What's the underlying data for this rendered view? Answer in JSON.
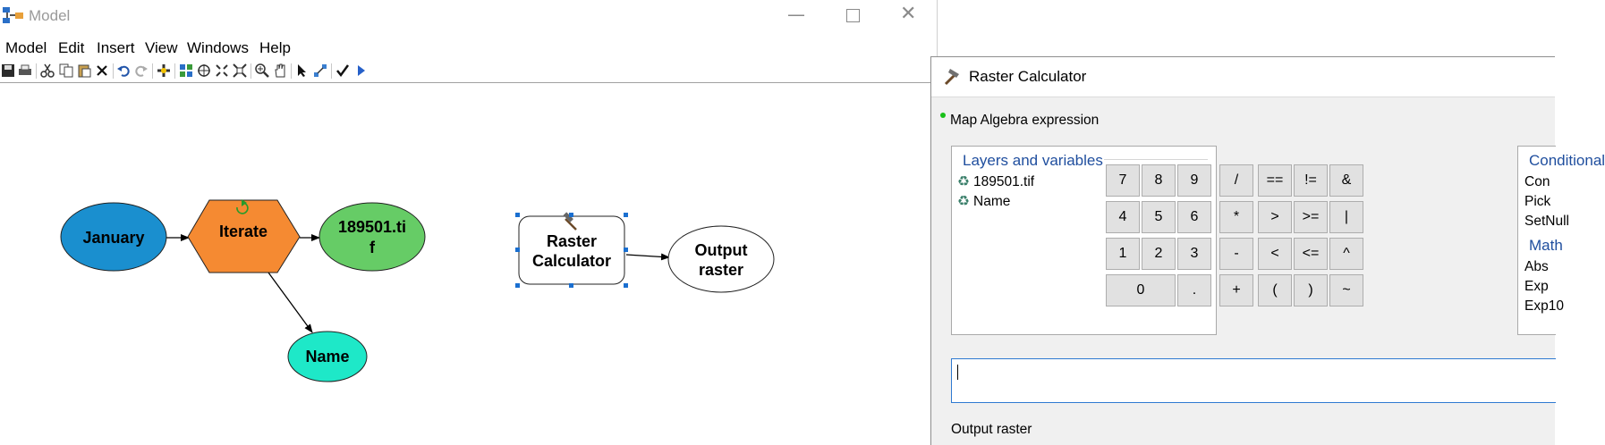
{
  "model_window": {
    "title": "Model",
    "menu": [
      "Model",
      "Edit",
      "Insert",
      "View",
      "Windows",
      "Help"
    ],
    "toolbar_icons": [
      "save-icon",
      "print-icon",
      "cut-icon",
      "copy-icon",
      "paste-icon",
      "delete-icon",
      "undo-icon",
      "redo-icon",
      "add-data-icon",
      "auto-layout-icon",
      "full-extent-icon",
      "fixed-zoom-in-icon",
      "fixed-zoom-out-icon",
      "zoom-in-icon",
      "pan-icon",
      "select-icon",
      "connect-icon",
      "validate-icon",
      "run-icon"
    ],
    "diagram": {
      "nodes": {
        "january": "January",
        "iterate": "Iterate",
        "tif_line1": "189501.ti",
        "tif_line2": "f",
        "name": "Name",
        "raster_calc_line1": "Raster",
        "raster_calc_line2": "Calculator",
        "output_line1": "Output",
        "output_line2": "raster"
      },
      "colors": {
        "january": "#1a8fcf",
        "iterate": "#f58a32",
        "tif": "#66cc66",
        "name": "#1ee8c8",
        "tool": "#ffffff",
        "output": "#ffffff"
      }
    }
  },
  "raster_calculator": {
    "title": "Raster Calculator",
    "expression_label": "Map Algebra expression",
    "layers_header": "Layers and variables",
    "layers": [
      "189501.tif",
      "Name"
    ],
    "buttons": {
      "row1": [
        "7",
        "8",
        "9",
        "/",
        "==",
        "!=",
        "&"
      ],
      "row2": [
        "4",
        "5",
        "6",
        "*",
        ">",
        ">=",
        "|"
      ],
      "row3": [
        "1",
        "2",
        "3",
        "-",
        "<",
        "<=",
        "^"
      ],
      "row4": [
        "0",
        ".",
        "+",
        "(",
        ")",
        "~"
      ]
    },
    "functions": {
      "header1": "Conditional",
      "group1": [
        "Con",
        "Pick",
        "SetNull"
      ],
      "header2": "Math",
      "group2": [
        "Abs",
        "Exp",
        "Exp10"
      ]
    },
    "output_label": "Output raster"
  }
}
